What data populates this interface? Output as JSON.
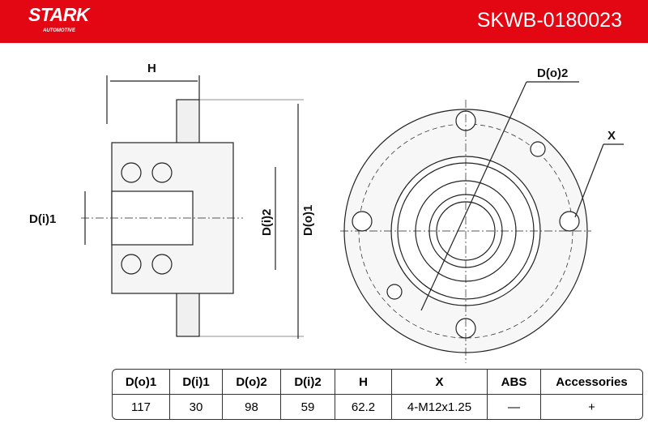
{
  "brand": {
    "name": "STARK",
    "sub": "AUTOMOTIVE"
  },
  "part_number": "SKWB-0180023",
  "drawing_labels": {
    "h": "H",
    "di1": "D(i)1",
    "di2": "D(i)2",
    "do1": "D(o)1",
    "do2": "D(o)2",
    "x": "X"
  },
  "table": {
    "headers": [
      "D(o)1",
      "D(i)1",
      "D(o)2",
      "D(i)2",
      "H",
      "X",
      "ABS",
      "Accessories"
    ],
    "values": [
      "117",
      "30",
      "98",
      "59",
      "62.2",
      "4-M12x1.25",
      "—",
      "+"
    ]
  },
  "colors": {
    "brand_red": "#e30613"
  }
}
